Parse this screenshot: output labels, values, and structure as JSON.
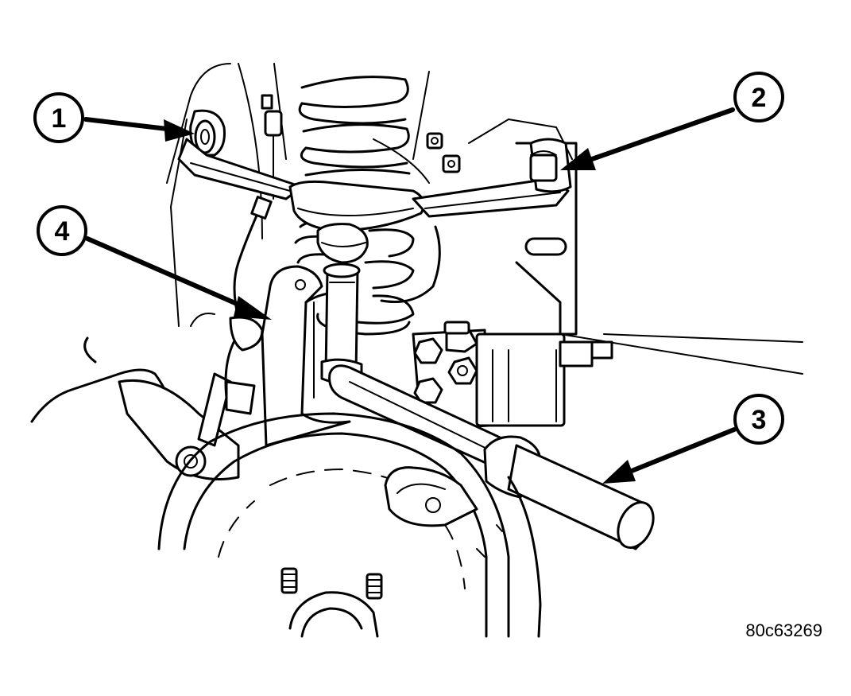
{
  "callouts": [
    {
      "label": "1",
      "name": "callout-1"
    },
    {
      "label": "2",
      "name": "callout-2"
    },
    {
      "label": "3",
      "name": "callout-3"
    },
    {
      "label": "4",
      "name": "callout-4"
    }
  ],
  "figure_ref": "80c63269"
}
